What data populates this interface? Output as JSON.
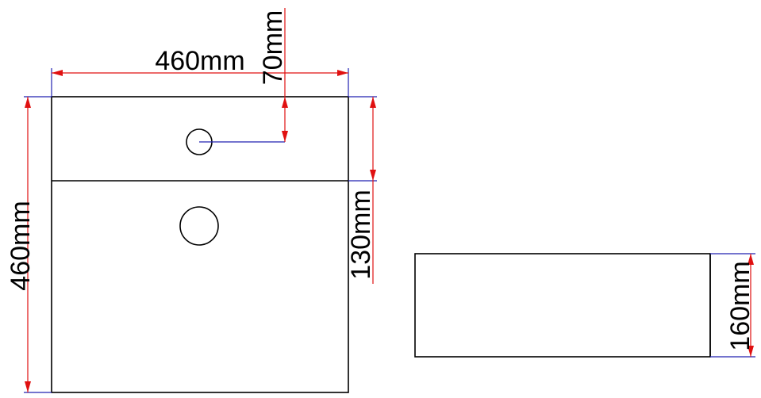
{
  "dimensions": {
    "top_width": "460mm",
    "top_offset": "70mm",
    "left_depth": "460mm",
    "right_segment": "130mm",
    "side_height": "160mm"
  },
  "colors": {
    "outline": "#000000",
    "dimension_line": "#e01010",
    "extension_line": "#2020b0",
    "background": "#ffffff"
  }
}
